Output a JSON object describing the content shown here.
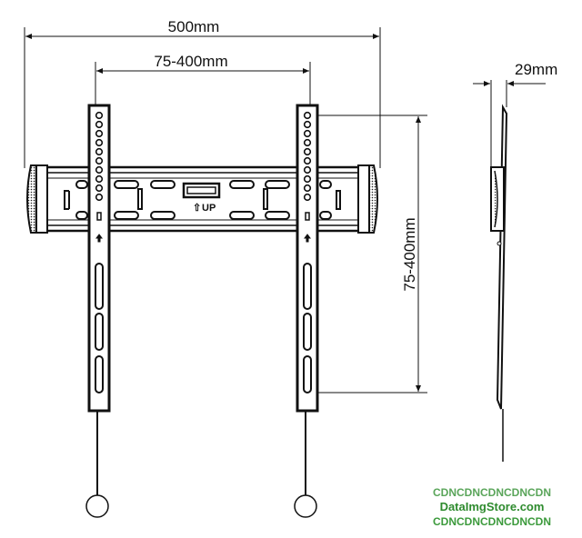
{
  "dimensions": {
    "overall_width": "500mm",
    "vesa_horizontal": "75-400mm",
    "vesa_vertical": "75-400mm",
    "depth": "29mm"
  },
  "mount": {
    "up_label": "UP"
  },
  "watermark": {
    "line1": "CDNCDNCDNCDNCDN",
    "line2": "DataImgStore.com",
    "line3": "CDNCDNCDNCDNCDN"
  }
}
